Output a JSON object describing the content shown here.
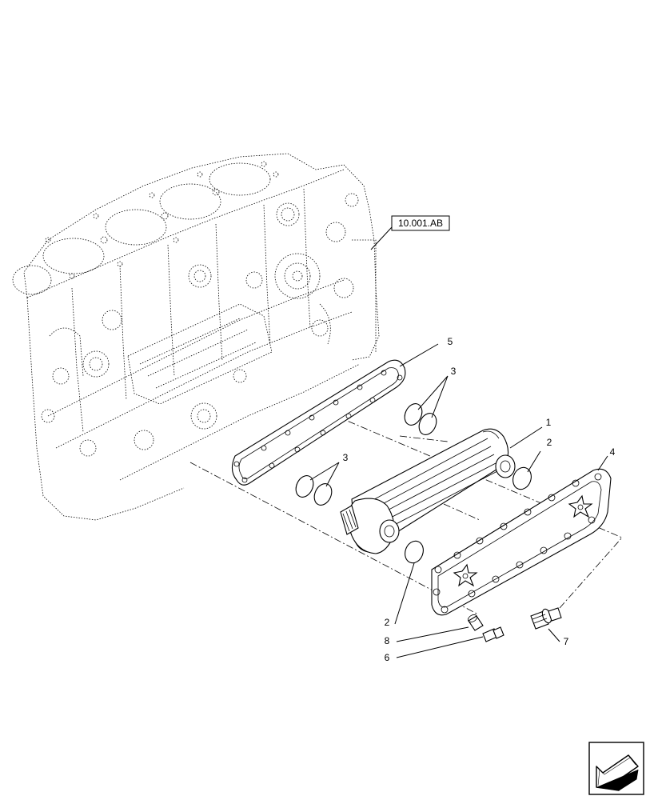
{
  "diagram": {
    "reference_label": "10.001.AB",
    "callouts": {
      "p1": "1",
      "p2a": "2",
      "p2b": "2",
      "p3a": "3",
      "p3b": "3",
      "p4": "4",
      "p5": "5",
      "p6": "6",
      "p7": "7",
      "p8": "8"
    },
    "nav_icon": "next-page-arrow-icon"
  }
}
